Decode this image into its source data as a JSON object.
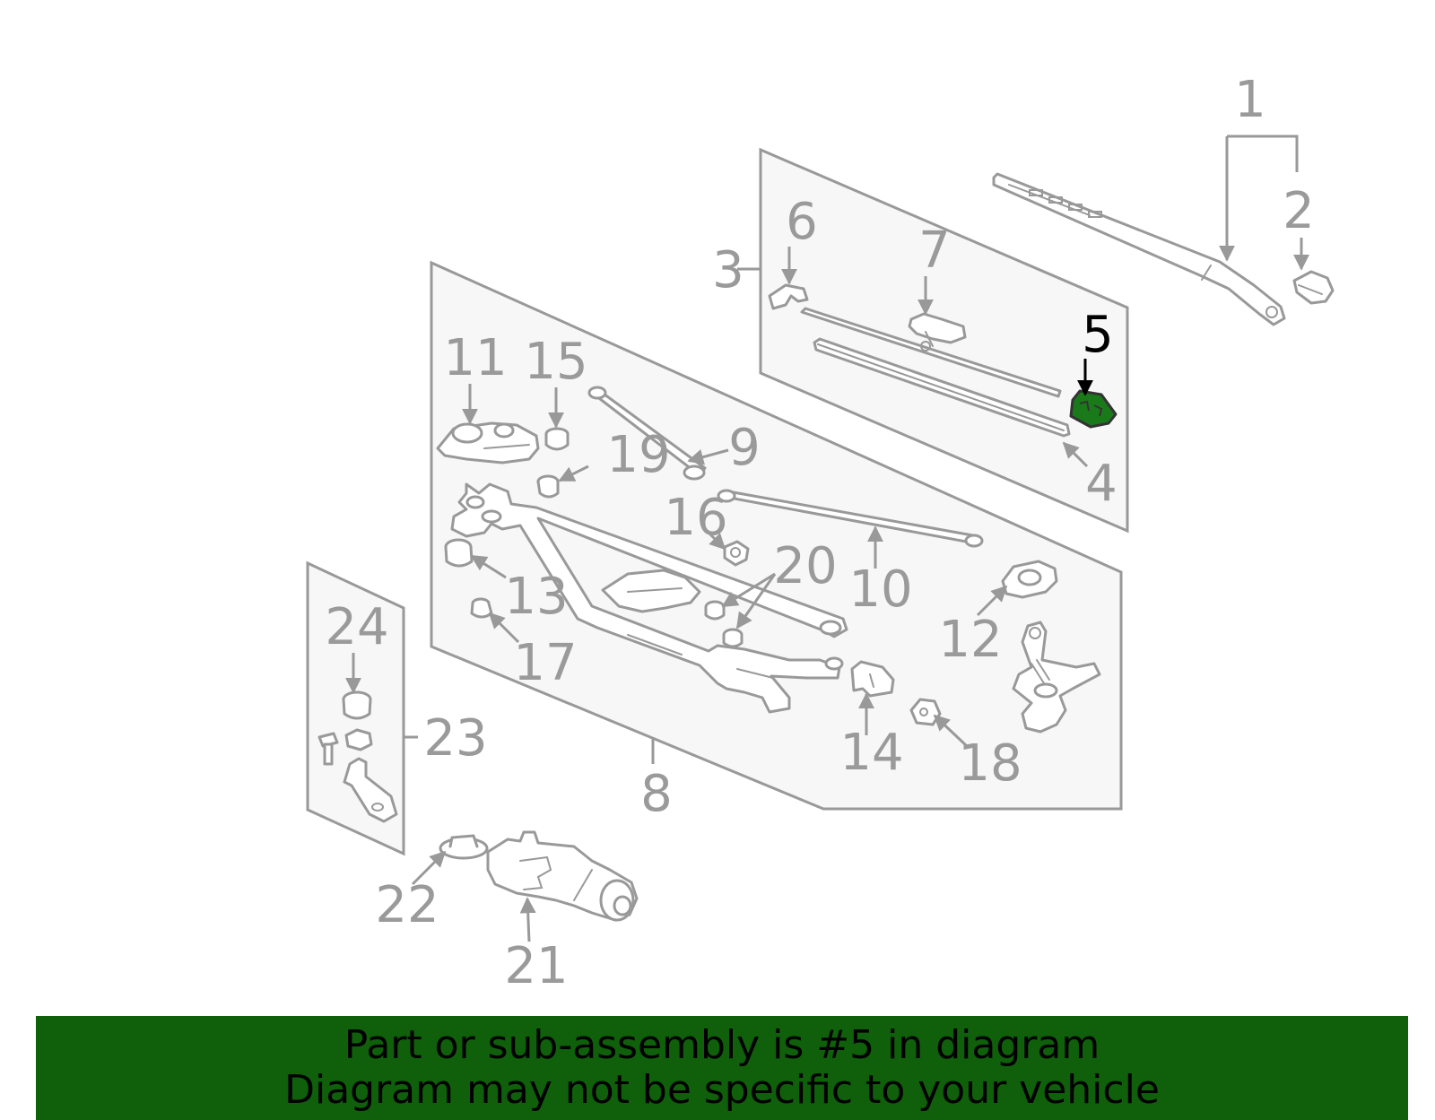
{
  "colors": {
    "banner_bg": "#0f5f0b",
    "highlight_part": "#1a7a1a",
    "line_gray": "#999999",
    "panel_fill": "#f7f7f7"
  },
  "callouts": {
    "c1": "1",
    "c2": "2",
    "c3": "3",
    "c4": "4",
    "c5": "5",
    "c6": "6",
    "c7": "7",
    "c8": "8",
    "c9": "9",
    "c10": "10",
    "c11": "11",
    "c12": "12",
    "c13": "13",
    "c14": "14",
    "c15": "15",
    "c16": "16",
    "c17": "17",
    "c18": "18",
    "c19": "19",
    "c20": "20",
    "c21": "21",
    "c22": "22",
    "c23": "23",
    "c24": "24"
  },
  "highlighted_callout": "5",
  "banner": {
    "line1": "Part or sub-assembly is #5 in diagram",
    "line2": "Diagram may not be specific to your vehicle"
  }
}
